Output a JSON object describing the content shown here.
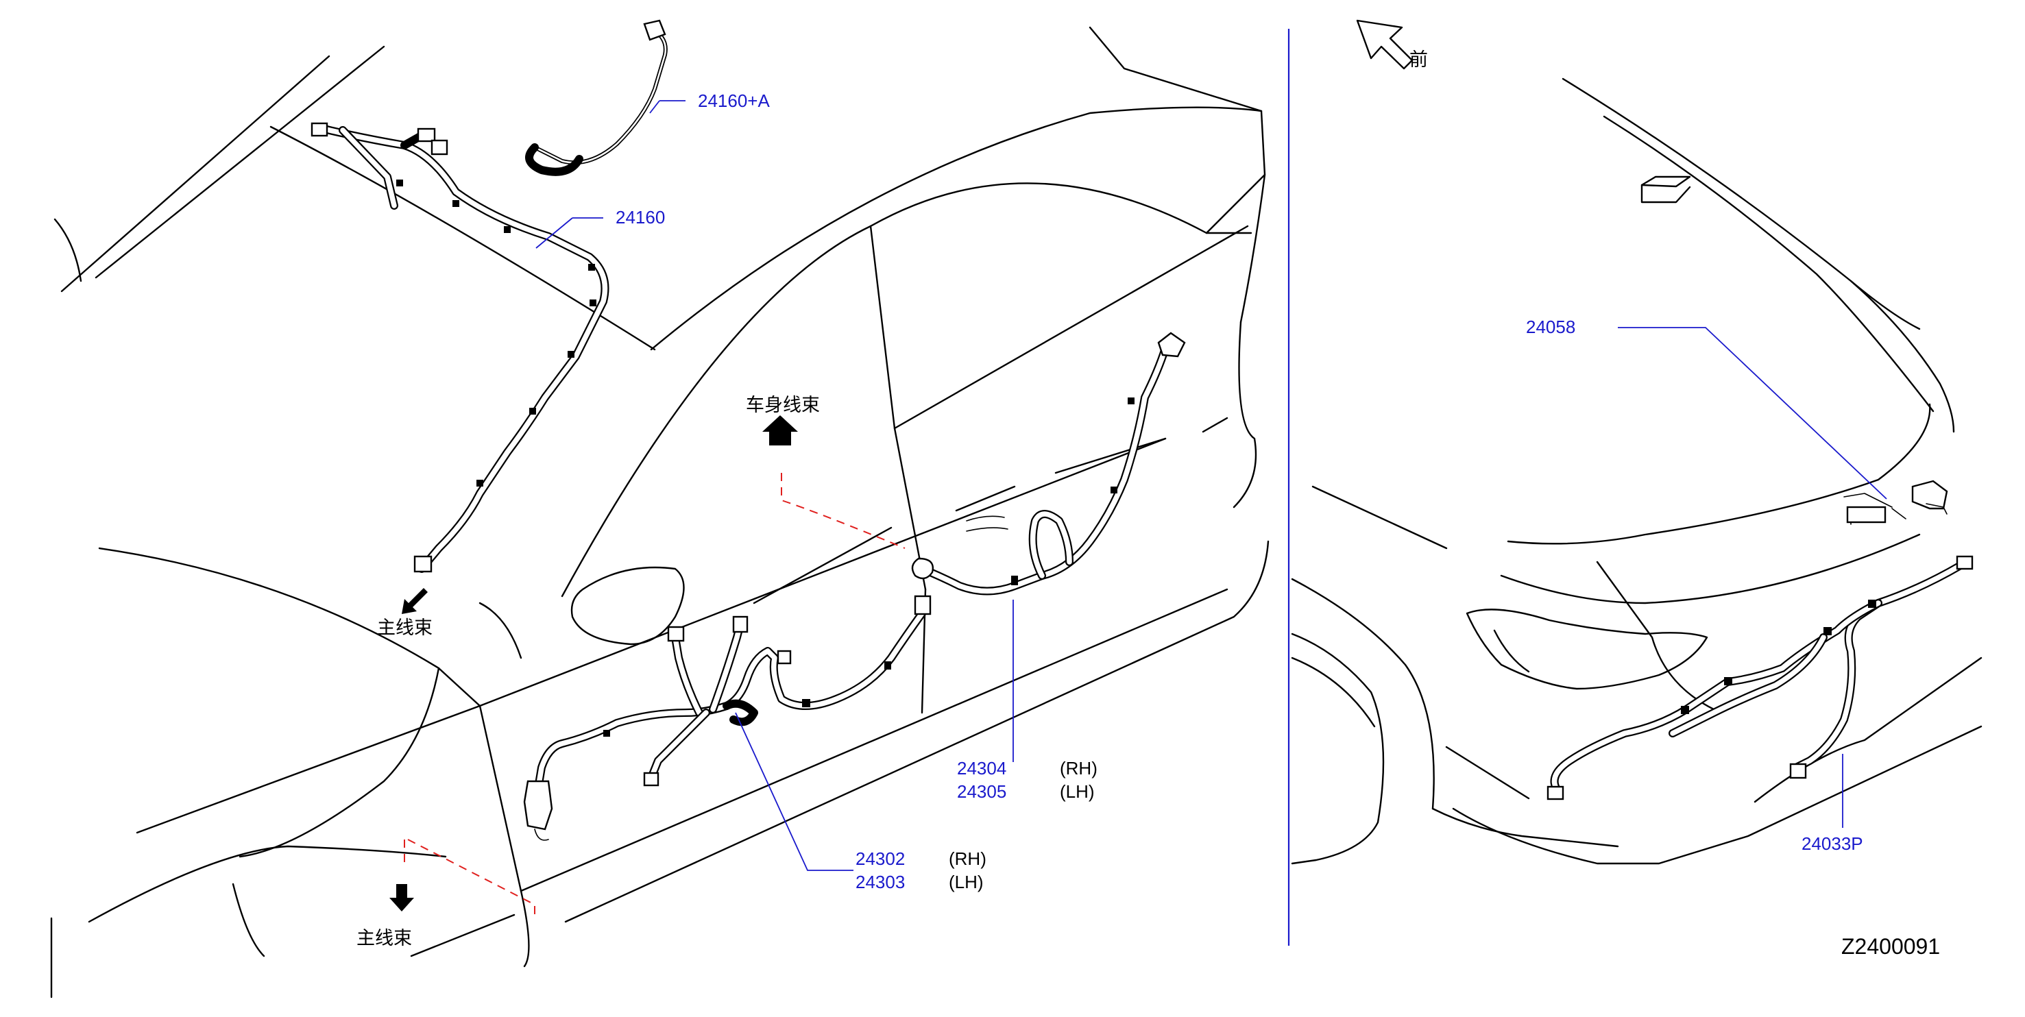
{
  "diagram": {
    "drawing_code": "Z2400091",
    "front_label": "前",
    "callouts": {
      "p24160a": "24160+A",
      "p24160": "24160",
      "p24304": "24304",
      "p24305": "24305",
      "p24302": "24302",
      "p24303": "24303",
      "p24058": "24058",
      "p24033p": "24033P"
    },
    "sides": {
      "rh": "(RH)",
      "lh": "(LH)"
    },
    "harness_labels": {
      "main": "主线束",
      "body": "车身线束"
    },
    "colors": {
      "callout": "#1a1acc",
      "dashed_guide": "#e0201e",
      "line": "#000000"
    }
  }
}
